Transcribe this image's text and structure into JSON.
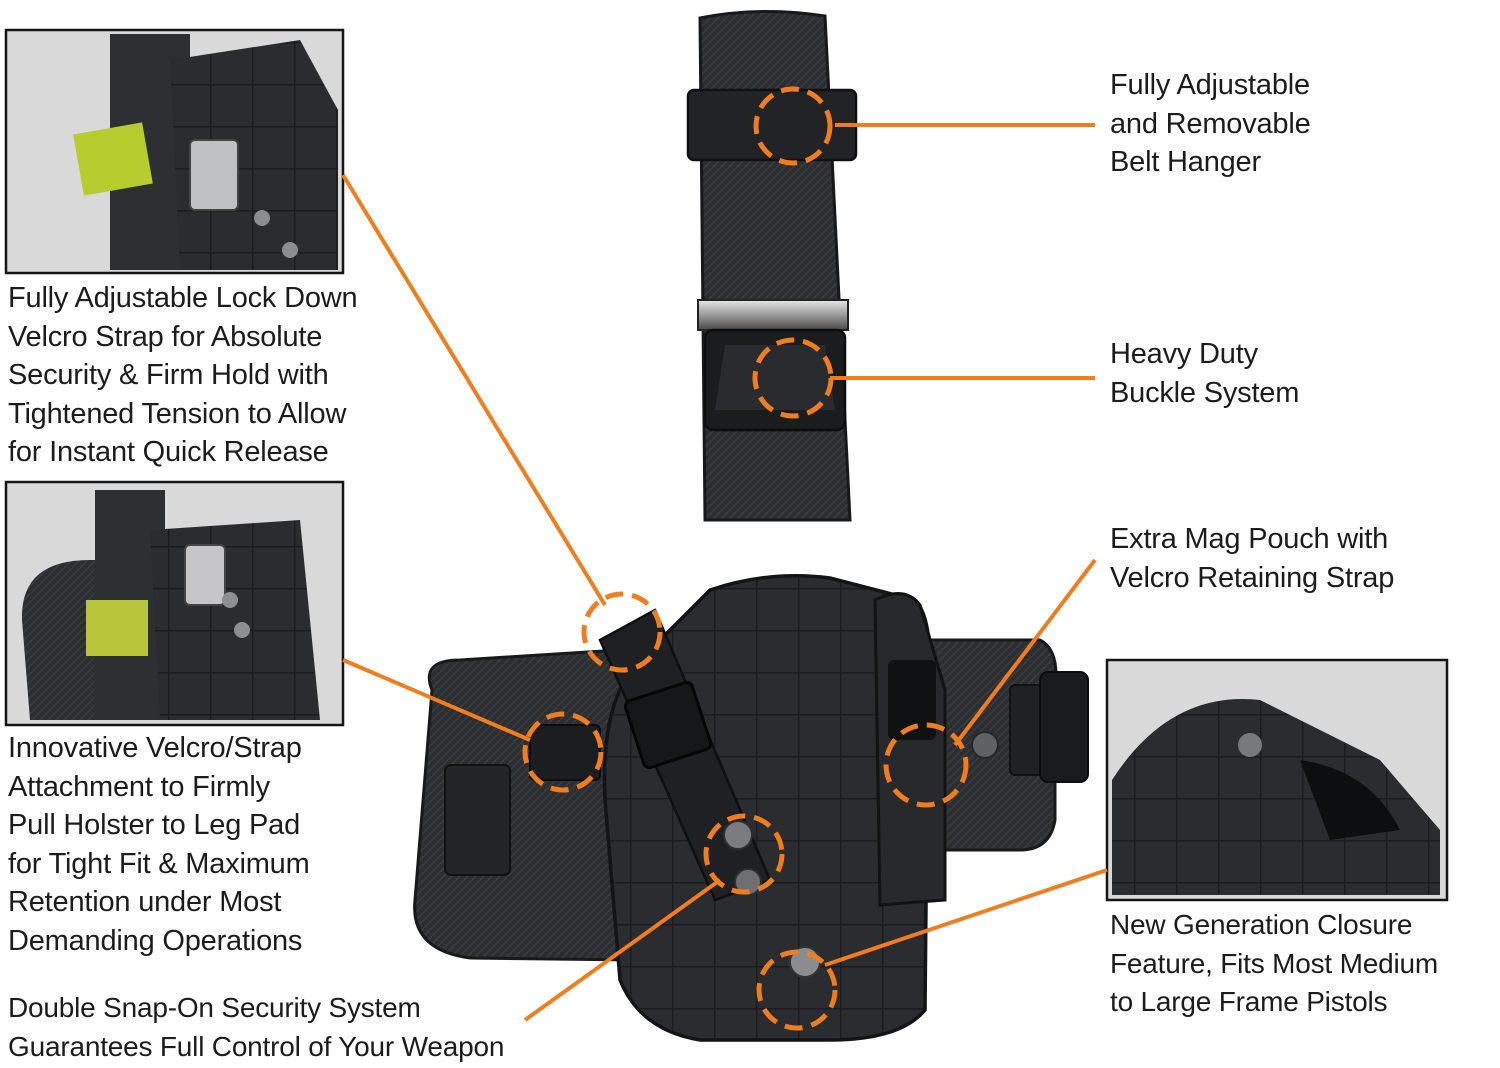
{
  "accent_color": "#f07d1e",
  "product_color": "#2b2d31",
  "callouts": {
    "belt_hanger": [
      "Fully Adjustable",
      "and Removable",
      "Belt Hanger"
    ],
    "buckle": [
      "Heavy Duty",
      "Buckle System"
    ],
    "mag_pouch": [
      "Extra Mag Pouch with",
      "Velcro Retaining Strap"
    ],
    "closure": [
      "New Generation Closure",
      "Feature, Fits Most Medium",
      "to Large Frame Pistols"
    ],
    "lock_down_strap": [
      "Fully Adjustable Lock Down",
      "Velcro Strap for Absolute",
      "Security & Firm Hold with",
      "Tightened Tension to Allow",
      "for Instant Quick Release"
    ],
    "velcro_attachment": [
      "Innovative Velcro/Strap",
      "Attachment to Firmly",
      "Pull Holster to Leg Pad",
      "for Tight Fit & Maximum",
      "Retention under Most",
      "Demanding Operations"
    ],
    "double_snap": [
      "Double Snap-On Security System",
      "Guarantees Full Control of Your Weapon"
    ]
  }
}
